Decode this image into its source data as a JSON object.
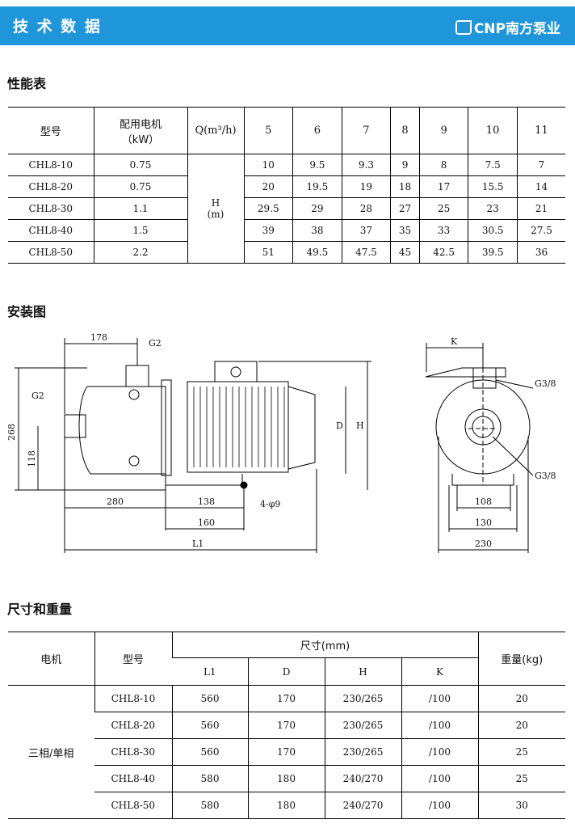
{
  "header": {
    "title": "技 术 数 据",
    "logo_text": "CNP南方泵业"
  },
  "sections": {
    "performance": "性能表",
    "installation": "安装图",
    "dimensions": "尺寸和重量"
  },
  "performance": {
    "col_model": "型号",
    "col_motor_line1": "配用电机",
    "col_motor_line2": "（kW）",
    "col_q": "Q(m³/h)",
    "h_label": "H",
    "h_unit": "(m)",
    "flows": [
      "5",
      "6",
      "7",
      "8",
      "9",
      "10",
      "11"
    ],
    "rows": [
      {
        "model": "CHL8-10",
        "kw": "0.75",
        "h": [
          "10",
          "9.5",
          "9.3",
          "9",
          "8",
          "7.5",
          "7"
        ]
      },
      {
        "model": "CHL8-20",
        "kw": "0.75",
        "h": [
          "20",
          "19.5",
          "19",
          "18",
          "17",
          "15.5",
          "14"
        ]
      },
      {
        "model": "CHL8-30",
        "kw": "1.1",
        "h": [
          "29.5",
          "29",
          "28",
          "27",
          "25",
          "23",
          "21"
        ]
      },
      {
        "model": "CHL8-40",
        "kw": "1.5",
        "h": [
          "39",
          "38",
          "37",
          "35",
          "33",
          "30.5",
          "27.5"
        ]
      },
      {
        "model": "CHL8-50",
        "kw": "2.2",
        "h": [
          "51",
          "49.5",
          "47.5",
          "45",
          "42.5",
          "39.5",
          "36"
        ]
      }
    ]
  },
  "drawing": {
    "d178": "178",
    "g2_top": "G2",
    "g2_left": "G2",
    "d268": "268",
    "d118": "118",
    "d280": "280",
    "d138": "138",
    "d160": "160",
    "l1": "L1",
    "holes": "4-φ9",
    "d": "D",
    "h": "H",
    "k": "K",
    "g38a": "G3/8",
    "g38b": "G3/8",
    "d108": "108",
    "d130": "130",
    "d230": "230"
  },
  "dimensions": {
    "col_motor": "电机",
    "col_model": "型号",
    "col_size": "尺寸(mm)",
    "col_weight": "重量(kg)",
    "sub": [
      "L1",
      "D",
      "H",
      "K"
    ],
    "motor_type": "三相/单相",
    "rows": [
      {
        "model": "CHL8-10",
        "l1": "560",
        "d": "170",
        "h": "230/265",
        "k": "/100",
        "w": "20"
      },
      {
        "model": "CHL8-20",
        "l1": "560",
        "d": "170",
        "h": "230/265",
        "k": "/100",
        "w": "20"
      },
      {
        "model": "CHL8-30",
        "l1": "560",
        "d": "170",
        "h": "230/265",
        "k": "/100",
        "w": "25"
      },
      {
        "model": "CHL8-40",
        "l1": "580",
        "d": "180",
        "h": "240/270",
        "k": "/100",
        "w": "25"
      },
      {
        "model": "CHL8-50",
        "l1": "580",
        "d": "180",
        "h": "240/270",
        "k": "/100",
        "w": "30"
      }
    ]
  },
  "colors": {
    "banner": "#1f95da"
  }
}
